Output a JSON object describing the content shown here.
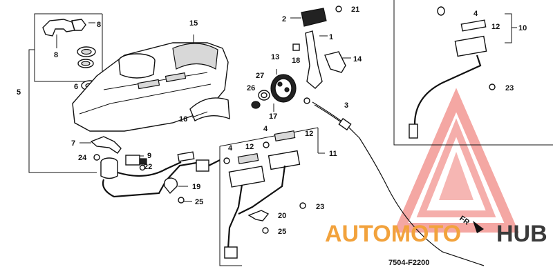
{
  "diagram": {
    "code": "7504-F2200",
    "direction_label": "FR",
    "callouts": {
      "c1": "1",
      "c2": "2",
      "c3": "3",
      "c4a": "4",
      "c4b": "4",
      "c4c": "4",
      "c5": "5",
      "c6": "6",
      "c7": "7",
      "c8a": "8",
      "c8b": "8",
      "c9": "9",
      "c10": "10",
      "c11": "11",
      "c12a": "12",
      "c12b": "12",
      "c12c": "12",
      "c13": "13",
      "c14": "14",
      "c15": "15",
      "c16": "16",
      "c17": "17",
      "c18": "18",
      "c19": "19",
      "c20": "20",
      "c21": "21",
      "c22": "22",
      "c23a": "23",
      "c23b": "23",
      "c24": "24",
      "c25a": "25",
      "c25b": "25",
      "c26": "26",
      "c27": "27"
    }
  },
  "watermark": {
    "part1": "AUTOMOTO",
    "part2": "HUB",
    "color_red": "#e8413a",
    "color_orange": "#f2a23c",
    "color_dark": "#3a3a3a"
  }
}
